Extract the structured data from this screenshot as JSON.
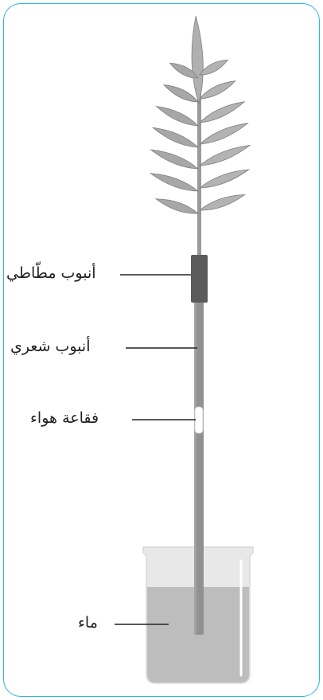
{
  "labels": {
    "rubber_tube": "أنبوب مطّاطي",
    "capillary_tube": "أنبوب شعري",
    "air_bubble": "فقاعة هواء",
    "water": "ماء"
  },
  "colors": {
    "border": "#29b6e6",
    "leaf": "#a9a9a9",
    "leaf_dark": "#8d8d8d",
    "stem": "#9a9a9a",
    "rubber_tube": "#5a5a5a",
    "capillary": "#909090",
    "bubble": "#ffffff",
    "beaker_glass": "#e6e6e6",
    "water": "#b9b9b9",
    "leader_line": "#222222"
  }
}
